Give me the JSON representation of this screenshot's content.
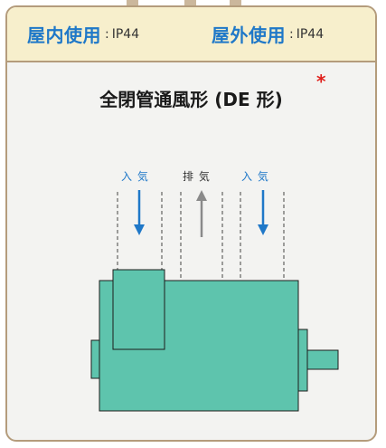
{
  "header": {
    "indoor_label": "屋内使用",
    "indoor_sep": ":",
    "indoor_value": "IP44",
    "outdoor_label": "屋外使用",
    "outdoor_sep": ":",
    "outdoor_value": "IP44"
  },
  "title": "全閉管通風形 (DE 形)",
  "footnote_mark": "*",
  "airflow": {
    "intake_left": "入 気",
    "exhaust": "排 気",
    "intake_right": "入 気"
  },
  "colors": {
    "header_text": "#1f78c8",
    "panel_border": "#b49c7c",
    "header_bg": "#f7efcc",
    "motor_fill": "#5ec4ad",
    "intake_arrow": "#1f78c8",
    "exhaust_arrow": "#8a8a8a",
    "asterisk": "#e0201c"
  }
}
